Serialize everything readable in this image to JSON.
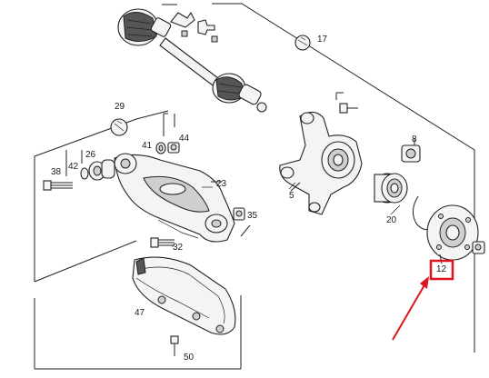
{
  "diagram": {
    "callouts": [
      {
        "id": "c5",
        "text": "5"
      },
      {
        "id": "c8",
        "text": "8"
      },
      {
        "id": "c12",
        "text": "12"
      },
      {
        "id": "c17",
        "text": "17"
      },
      {
        "id": "c20",
        "text": "20"
      },
      {
        "id": "c23",
        "text": "23"
      },
      {
        "id": "c26",
        "text": "26"
      },
      {
        "id": "c29",
        "text": "29"
      },
      {
        "id": "c32",
        "text": "32"
      },
      {
        "id": "c35",
        "text": "35"
      },
      {
        "id": "c38",
        "text": "38"
      },
      {
        "id": "c41",
        "text": "41"
      },
      {
        "id": "c42",
        "text": "42"
      },
      {
        "id": "c44",
        "text": "44"
      },
      {
        "id": "c47",
        "text": "47"
      },
      {
        "id": "c50",
        "text": "50"
      }
    ],
    "highlight": {
      "color": "#e0141e"
    },
    "colors": {
      "line": "#222222",
      "accent": "#e0141e"
    }
  }
}
